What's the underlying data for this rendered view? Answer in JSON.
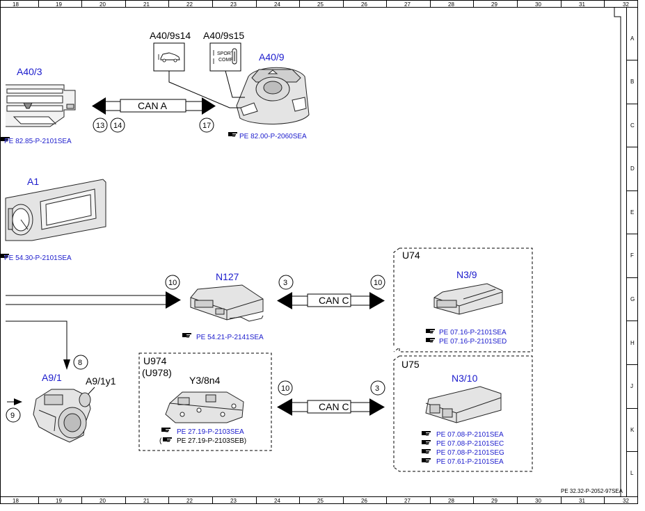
{
  "grid": {
    "columns": [
      "18",
      "19",
      "20",
      "21",
      "22",
      "23",
      "24",
      "25",
      "26",
      "27",
      "28",
      "29",
      "30",
      "31",
      "32"
    ],
    "rows": [
      "A",
      "B",
      "C",
      "D",
      "E",
      "F",
      "G",
      "H",
      "J",
      "K",
      "L"
    ]
  },
  "components": {
    "a40_3": "A40/3",
    "a40_9s14": "A40/9s14",
    "a40_9s15": "A40/9s15",
    "a40_9": "A40/9",
    "a1": "A1",
    "n127": "N127",
    "u74": "U74",
    "n3_9": "N3/9",
    "u75": "U75",
    "n3_10": "N3/10",
    "u974": "U974",
    "u978": "(U978)",
    "y3_8n4": "Y3/8n4",
    "a9_1": "A9/1",
    "a9_1y1": "A9/1y1"
  },
  "switch_text": {
    "sport": "SPORT",
    "comf": "COMF"
  },
  "refs": {
    "a40_3": "PE 82.85-P-2101SEA",
    "a40_9": "PE 82.00-P-2060SEA",
    "a1": "PE 54.30-P-2101SEA",
    "n127": "PE 54.21-P-2141SEA",
    "n3_9": [
      "PE 07.16-P-2101SEA",
      "PE 07.16-P-2101SED"
    ],
    "n3_10": [
      "PE 07.08-P-2101SEA",
      "PE 07.08-P-2101SEC",
      "PE 07.08-P-2101SEG",
      "PE 07.61-P-2101SEA"
    ],
    "y3_8n4": "PE 27.19-P-2103SEA",
    "y3_8n4_alt": "PE 27.19-P-2103SEB)",
    "y3_8n4_alt_prefix": "(",
    "footer": "PE 32.32-P-2052-97SEA"
  },
  "buses": {
    "can_a": "CAN A",
    "can_c1": "CAN C",
    "can_c2": "CAN C"
  },
  "connectors": {
    "c13": "13",
    "c14": "14",
    "c17": "17",
    "n127_in": "10",
    "c3_top": "3",
    "c10_top": "10",
    "c8": "8",
    "c9": "9",
    "c10_bot": "10",
    "c3_bot": "3"
  },
  "colors": {
    "component_label": "#1a1acc",
    "line": "#000000"
  },
  "icons": [
    "hand-pointer-icon"
  ]
}
